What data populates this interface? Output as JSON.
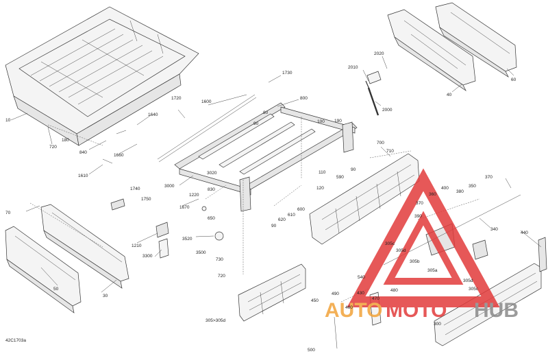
{
  "diagram_code": "42C1703a",
  "watermark": {
    "part1": "AUTO",
    "part2": "MOTO",
    "part3": "HUB",
    "color_red": "#e23b3b",
    "color_orange": "#f2a33a",
    "color_grey": "#8a8a8a"
  },
  "callouts": [
    {
      "id": "c10",
      "text": "10"
    },
    {
      "id": "c180",
      "text": "180"
    },
    {
      "id": "c720a",
      "text": "720"
    },
    {
      "id": "c840",
      "text": "840"
    },
    {
      "id": "c1610",
      "text": "1610"
    },
    {
      "id": "c1660",
      "text": "1660"
    },
    {
      "id": "c1640",
      "text": "1640"
    },
    {
      "id": "c1720",
      "text": "1720"
    },
    {
      "id": "c1600",
      "text": "1600"
    },
    {
      "id": "c1730",
      "text": "1730"
    },
    {
      "id": "c800",
      "text": "800"
    },
    {
      "id": "c80",
      "text": "80"
    },
    {
      "id": "c90a",
      "text": "90"
    },
    {
      "id": "c2010",
      "text": "2010"
    },
    {
      "id": "c2020",
      "text": "2020"
    },
    {
      "id": "c2000",
      "text": "2000"
    },
    {
      "id": "c40",
      "text": "40"
    },
    {
      "id": "c60",
      "text": "60"
    },
    {
      "id": "c100",
      "text": "100"
    },
    {
      "id": "c190",
      "text": "190"
    },
    {
      "id": "c90b",
      "text": "90"
    },
    {
      "id": "c590",
      "text": "590"
    },
    {
      "id": "c110",
      "text": "110"
    },
    {
      "id": "c120",
      "text": "120"
    },
    {
      "id": "c700",
      "text": "700"
    },
    {
      "id": "c710",
      "text": "710"
    },
    {
      "id": "c3000",
      "text": "3000"
    },
    {
      "id": "c3020",
      "text": "3020"
    },
    {
      "id": "c830",
      "text": "830"
    },
    {
      "id": "c1220",
      "text": "1220"
    },
    {
      "id": "c1670",
      "text": "1670"
    },
    {
      "id": "c650",
      "text": "650"
    },
    {
      "id": "c600",
      "text": "600"
    },
    {
      "id": "c610",
      "text": "610"
    },
    {
      "id": "c620",
      "text": "620"
    },
    {
      "id": "c90c",
      "text": "90"
    },
    {
      "id": "c1740",
      "text": "1740"
    },
    {
      "id": "c1750",
      "text": "1750"
    },
    {
      "id": "c70",
      "text": "70"
    },
    {
      "id": "c1210",
      "text": "1210"
    },
    {
      "id": "c3520",
      "text": "3520"
    },
    {
      "id": "c3500",
      "text": "3500"
    },
    {
      "id": "c3300",
      "text": "3300"
    },
    {
      "id": "c730",
      "text": "730"
    },
    {
      "id": "c720b",
      "text": "720"
    },
    {
      "id": "c30",
      "text": "30"
    },
    {
      "id": "c50",
      "text": "50"
    },
    {
      "id": "c400",
      "text": "400"
    },
    {
      "id": "c370",
      "text": "370"
    },
    {
      "id": "c360",
      "text": "360"
    },
    {
      "id": "c350",
      "text": "350"
    },
    {
      "id": "c380",
      "text": "380"
    },
    {
      "id": "c370b",
      "text": "370"
    },
    {
      "id": "c390",
      "text": "390"
    },
    {
      "id": "c340",
      "text": "340"
    },
    {
      "id": "c440",
      "text": "440"
    },
    {
      "id": "c305c_a",
      "text": "305c"
    },
    {
      "id": "c305d_a",
      "text": "305d"
    },
    {
      "id": "c305b",
      "text": "305b"
    },
    {
      "id": "c305a",
      "text": "305a"
    },
    {
      "id": "c305d_b",
      "text": "305d"
    },
    {
      "id": "c305c_b",
      "text": "305c"
    },
    {
      "id": "c540",
      "text": "540"
    },
    {
      "id": "c480",
      "text": "480"
    },
    {
      "id": "c430",
      "text": "430"
    },
    {
      "id": "c470",
      "text": "470"
    },
    {
      "id": "c460",
      "text": "460"
    },
    {
      "id": "c490",
      "text": "490"
    },
    {
      "id": "c450",
      "text": "450"
    },
    {
      "id": "c500",
      "text": "500"
    },
    {
      "id": "c300",
      "text": "300"
    },
    {
      "id": "c305range",
      "text": "305>305d"
    }
  ]
}
